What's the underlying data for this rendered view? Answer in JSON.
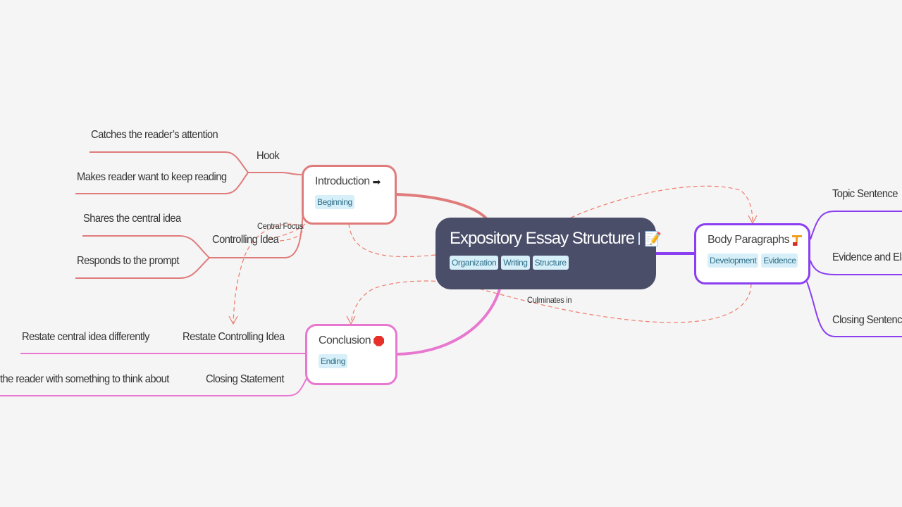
{
  "central": {
    "title": "Expository Essay Structure",
    "icons": [
      "world-map-icon",
      "memo-icon"
    ],
    "tags": [
      "Organization",
      "Writing",
      "Structure"
    ],
    "color": "#4a4e69"
  },
  "branches": {
    "introduction": {
      "title": "Introduction",
      "icon": "right-arrow-icon",
      "tags": [
        "Beginning"
      ],
      "color": "#e07b7b",
      "children": [
        {
          "label": "Hook",
          "children": [
            "Catches the reader’s attention",
            "Makes reader want to keep reading"
          ]
        },
        {
          "label": "Controlling Idea",
          "children": [
            "Shares the central idea",
            "Responds to the prompt"
          ]
        }
      ]
    },
    "body": {
      "title": "Body Paragraphs",
      "icon": "construction-crane-icon",
      "tags": [
        "Development",
        "Evidence"
      ],
      "color": "#8a3ff0",
      "children": [
        "Topic Sentence",
        "Evidence and Ela",
        "Closing Sentence"
      ]
    },
    "conclusion": {
      "title": "Conclusion",
      "icon": "stop-sign-icon",
      "tags": [
        "Ending"
      ],
      "color": "#e877cf",
      "children": [
        {
          "label": "Restate Controlling Idea",
          "children": [
            "Restate central idea differently"
          ]
        },
        {
          "label": "Closing Statement",
          "children": [
            "the reader with something to think about"
          ]
        }
      ]
    }
  },
  "relationships": [
    {
      "label": "Central Focus"
    },
    {
      "label": "Culminates in"
    }
  ],
  "connector_color": "#ef7b6b",
  "background": "#f5f5f5"
}
